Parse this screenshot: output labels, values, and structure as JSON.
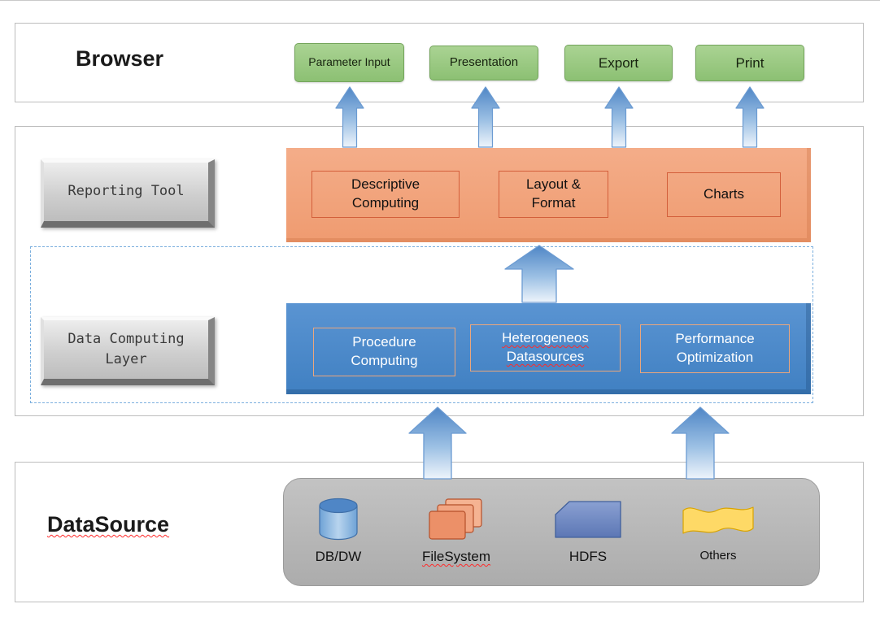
{
  "layers": {
    "browser": {
      "title": "Browser",
      "buttons": [
        {
          "label": "Parameter Input"
        },
        {
          "label": "Presentation"
        },
        {
          "label": "Export"
        },
        {
          "label": "Print"
        }
      ]
    },
    "reporting": {
      "label": "Reporting Tool",
      "modules": [
        {
          "label": "Descriptive Computing"
        },
        {
          "label": "Layout & Format"
        },
        {
          "label": "Charts"
        }
      ]
    },
    "computing": {
      "label": "Data Computing Layer",
      "modules": [
        {
          "label": "Procedure Computing"
        },
        {
          "label": "Heterogeneos Datasources"
        },
        {
          "label": "Performance Optimization"
        }
      ]
    },
    "datasource": {
      "title": "DataSource",
      "items": [
        {
          "label": "DB/DW",
          "icon": "database-cylinder-icon"
        },
        {
          "label": "FileSystem",
          "icon": "file-stack-icon"
        },
        {
          "label": "HDFS",
          "icon": "hdfs-shape-icon"
        },
        {
          "label": "Others",
          "icon": "wavy-banner-icon"
        }
      ]
    }
  },
  "colors": {
    "green_button": "#93c47d",
    "green_button_border": "#74a55c",
    "orange_panel": "#f09d72",
    "orange_module_border": "#d35f3b",
    "blue_panel": "#4a86c8",
    "blue_module_border": "#eba67c",
    "arrow_blue": "#4f86c6",
    "gray_container": "#b7b7b7",
    "misspell_underline": "#ff2a2a"
  }
}
